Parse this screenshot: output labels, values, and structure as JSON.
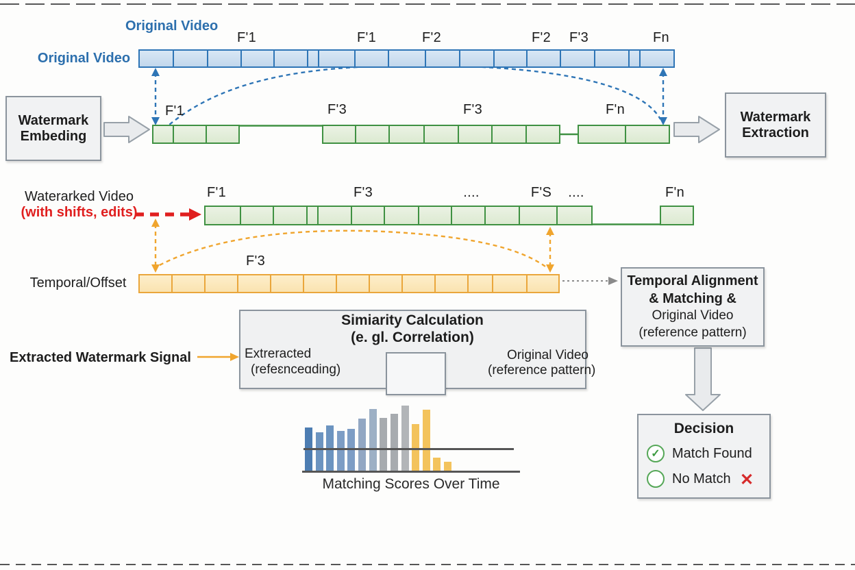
{
  "colors": {
    "blue": "#2e75b6",
    "green": "#3f9142",
    "yellow": "#f0a52e",
    "red": "#e01f1f",
    "box_border_gray": "#8b949d"
  },
  "icons": {
    "check": "✓",
    "cross": "✕"
  },
  "diagram": {
    "top_video": {
      "title_above": "Original Video",
      "title_left": "Original Video",
      "frame_labels": [
        "F'1",
        "F'1",
        "F'2",
        "F'2",
        "F'3",
        "Fn"
      ]
    },
    "embedding_box": {
      "line1": "Watermark",
      "line2": "Embeding"
    },
    "extraction_box": {
      "line1": "Watermark",
      "line2": "Extraction"
    },
    "embedded_video": {
      "frame_labels": [
        "F'1",
        "F'3",
        "F'3",
        "F'n"
      ]
    },
    "watermarked_video": {
      "label_black": "Waterarked Video",
      "label_red": "(with shifts, edits)",
      "frame_labels": [
        "F'1",
        "F'3",
        "....",
        "F'S",
        "....",
        "F'n"
      ]
    },
    "offset_row": {
      "label": "Temporal/Offset",
      "frame_label": "F'3"
    },
    "alignment_box": {
      "line1": "Temporal Alignment",
      "line2": "& Matching &",
      "line3": "Original Video",
      "line4": "(reference pattern)"
    },
    "extracted_signal_label": "Extracted Watermark Signal",
    "similarity_box": {
      "title_line1": "Simiarity Calculation",
      "title_line2": "(e. gl. Correlation)",
      "input_line1": "Extreracted",
      "input_line2": "(refeɛnceɑding)",
      "reference_line1": "Original Video",
      "reference_line2": "(reference pattern)"
    },
    "decision_box": {
      "title": "Decision",
      "match_label": "Match Found",
      "no_match_label": "No Match"
    }
  },
  "chart_data": {
    "type": "bar",
    "title": "Matching Scores Over Time",
    "values": [
      0.67,
      0.59,
      0.7,
      0.61,
      0.65,
      0.8,
      0.95,
      0.81,
      0.88,
      1.0,
      0.72,
      0.94,
      0.21,
      0.15
    ],
    "bar_colors": [
      "#4d7db2",
      "#6c94c0",
      "#6c94c0",
      "#7d9dc5",
      "#7d9dc5",
      "#92a7c3",
      "#9db0c5",
      "#a7abaf",
      "#a7abaf",
      "#b2b5b8",
      "#f3c35c",
      "#f3c35c",
      "#f3c35c",
      "#f3c35c"
    ],
    "threshold_ratio": 0.35,
    "xlabel": "",
    "ylabel": "",
    "legend": "none",
    "grid": "off"
  }
}
